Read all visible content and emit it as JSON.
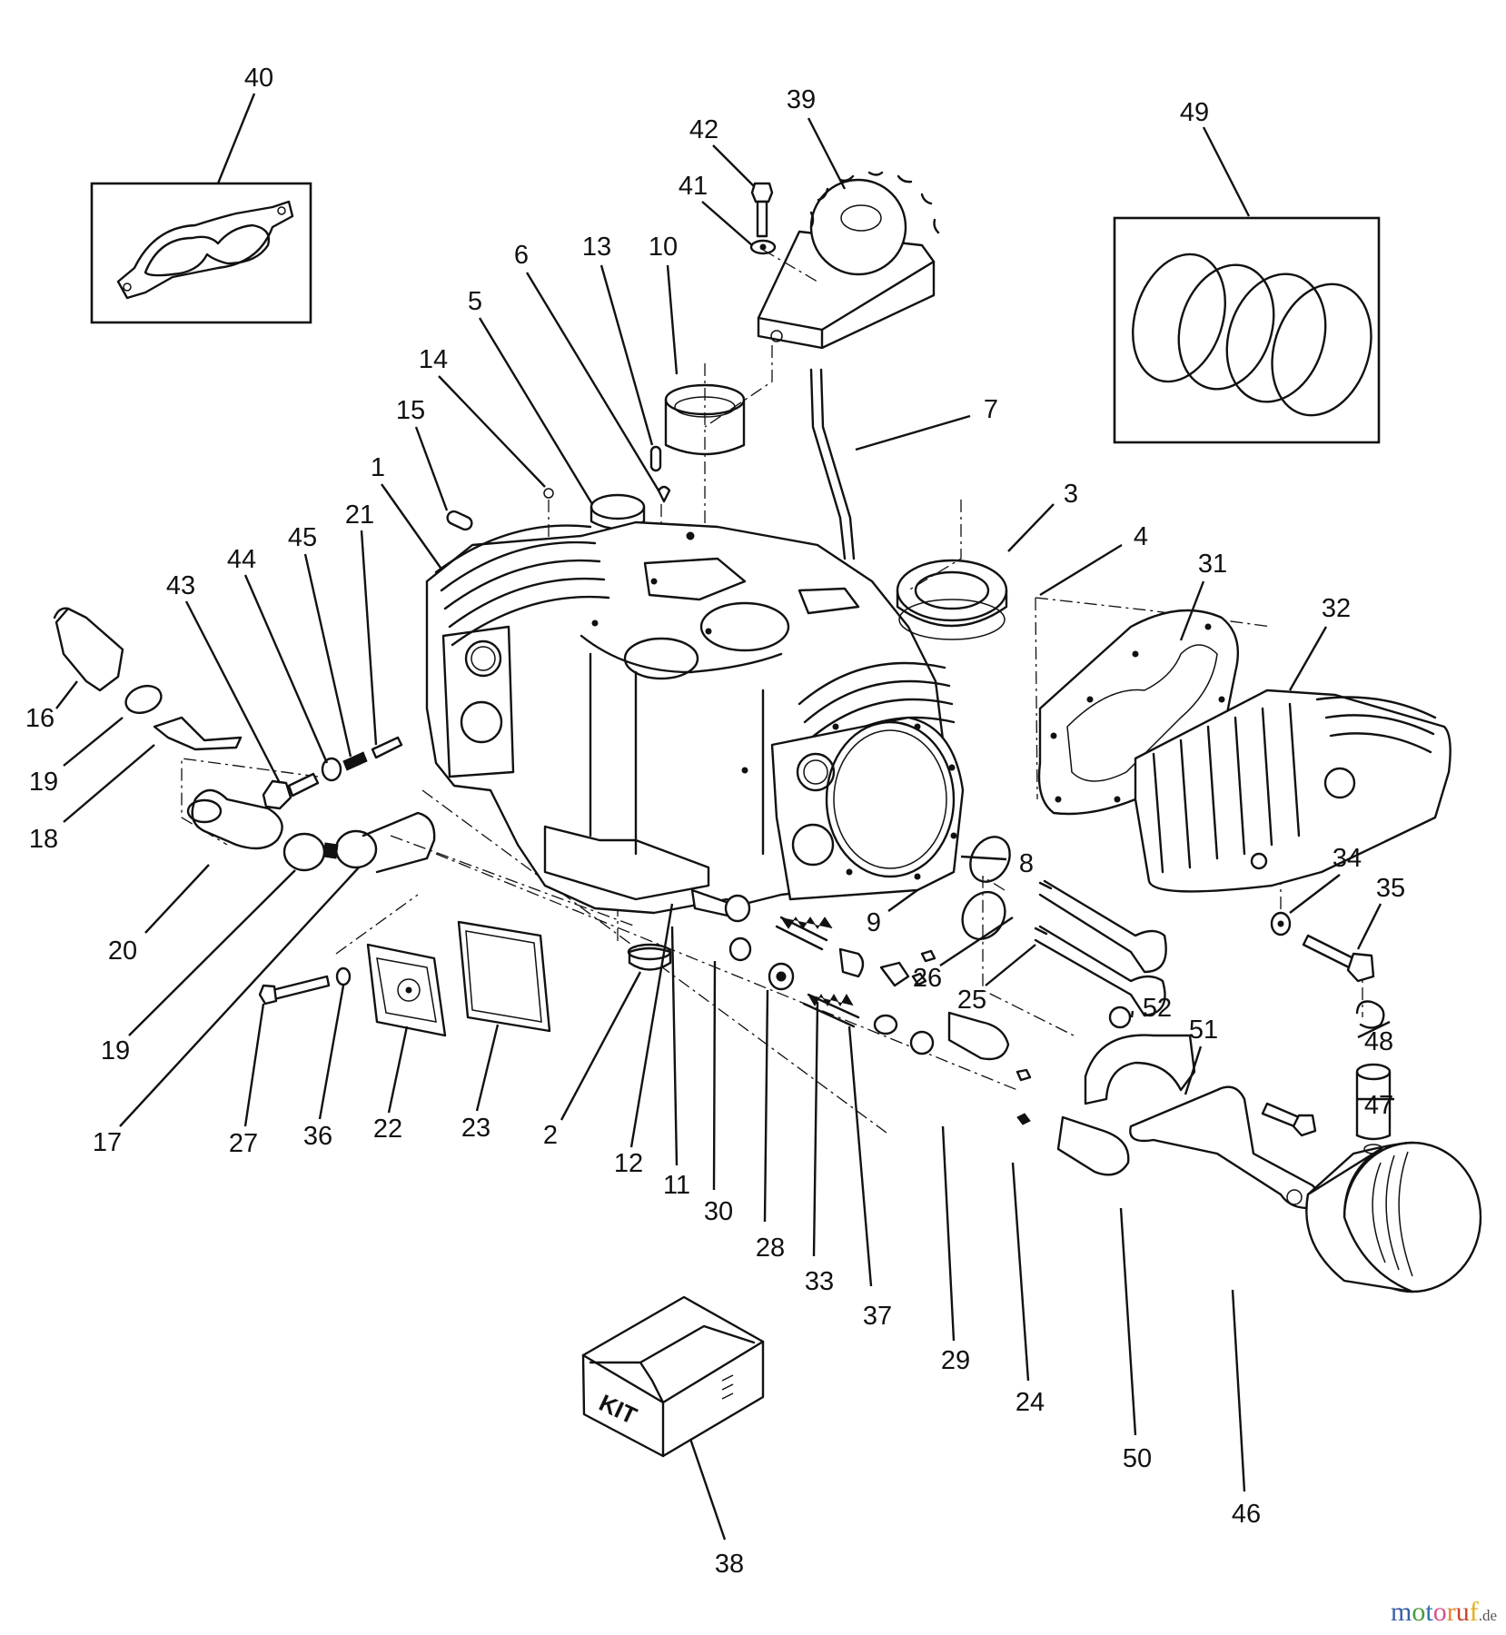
{
  "diagram": {
    "title": "Engine cylinder block exploded parts diagram",
    "kit_label": "KIT",
    "callouts": [
      {
        "id": "40",
        "part": "inset-gasket"
      },
      {
        "id": "39",
        "part": "oil-pump-gear"
      },
      {
        "id": "42",
        "part": "bolt"
      },
      {
        "id": "41",
        "part": "washer"
      },
      {
        "id": "49",
        "part": "piston-ring-set"
      },
      {
        "id": "6",
        "part": "screw"
      },
      {
        "id": "13",
        "part": "pin"
      },
      {
        "id": "10",
        "part": "bearing-sleeve"
      },
      {
        "id": "5",
        "part": "seal"
      },
      {
        "id": "14",
        "part": "ball"
      },
      {
        "id": "15",
        "part": "dowel-pin"
      },
      {
        "id": "1",
        "part": "cylinder-block"
      },
      {
        "id": "7",
        "part": "oil-tube"
      },
      {
        "id": "3",
        "part": "oil-seal"
      },
      {
        "id": "4",
        "part": "gasket-reference"
      },
      {
        "id": "31",
        "part": "head-gasket"
      },
      {
        "id": "32",
        "part": "cylinder-head"
      },
      {
        "id": "21",
        "part": "pin"
      },
      {
        "id": "45",
        "part": "spring"
      },
      {
        "id": "44",
        "part": "washer"
      },
      {
        "id": "43",
        "part": "bolt"
      },
      {
        "id": "16",
        "part": "oil-filter"
      },
      {
        "id": "19",
        "part": "hose-clamp"
      },
      {
        "id": "18",
        "part": "bracket"
      },
      {
        "id": "20",
        "part": "hose"
      },
      {
        "id": "8",
        "part": "valve-seat"
      },
      {
        "id": "9",
        "part": "valve-seat"
      },
      {
        "id": "26",
        "part": "valve"
      },
      {
        "id": "25",
        "part": "valve"
      },
      {
        "id": "34",
        "part": "washer"
      },
      {
        "id": "35",
        "part": "bolt"
      },
      {
        "id": "52",
        "part": "nut"
      },
      {
        "id": "48",
        "part": "retainer-ring"
      },
      {
        "id": "51",
        "part": "rod-bolt"
      },
      {
        "id": "47",
        "part": "piston-pin"
      },
      {
        "id": "19",
        "part": "hose-clamp"
      },
      {
        "id": "17",
        "part": "fitting"
      },
      {
        "id": "27",
        "part": "bolt"
      },
      {
        "id": "36",
        "part": "washer"
      },
      {
        "id": "22",
        "part": "cover-plate"
      },
      {
        "id": "23",
        "part": "gasket"
      },
      {
        "id": "2",
        "part": "plug"
      },
      {
        "id": "12",
        "part": "guide"
      },
      {
        "id": "11",
        "part": "retainer"
      },
      {
        "id": "30",
        "part": "seal"
      },
      {
        "id": "28",
        "part": "valve-spring"
      },
      {
        "id": "33",
        "part": "spring-retainer"
      },
      {
        "id": "37",
        "part": "cap"
      },
      {
        "id": "29",
        "part": "key"
      },
      {
        "id": "24",
        "part": "tappet"
      },
      {
        "id": "50",
        "part": "connecting-rod"
      },
      {
        "id": "46",
        "part": "piston"
      },
      {
        "id": "38",
        "part": "gasket-kit"
      }
    ]
  },
  "watermark": {
    "letters": [
      {
        "char": "m",
        "color": "#3a5ea8"
      },
      {
        "char": "o",
        "color": "#4a9a3a"
      },
      {
        "char": "t",
        "color": "#2f6fb0"
      },
      {
        "char": "o",
        "color": "#d8508a"
      },
      {
        "char": "r",
        "color": "#e08a2a"
      },
      {
        "char": "u",
        "color": "#c8452a"
      },
      {
        "char": "f",
        "color": "#e0b020"
      }
    ],
    "tld": ".de"
  }
}
